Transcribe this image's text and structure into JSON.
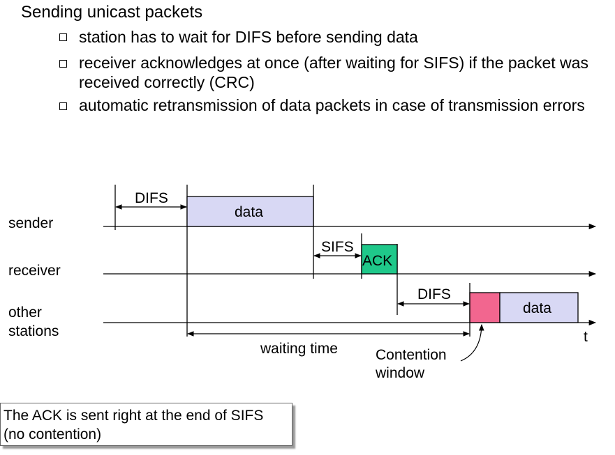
{
  "title": "Sending unicast packets",
  "bullets": [
    "station has to wait for DIFS before sending data",
    "receiver acknowledges at once (after waiting for SIFS) if the packet was received correctly (CRC)",
    "automatic retransmission of data packets in case of transmission errors"
  ],
  "rows": {
    "sender": "sender",
    "receiver": "receiver",
    "other_line1": "other",
    "other_line2": "stations"
  },
  "labels": {
    "difs_top": "DIFS",
    "data_top": "data",
    "sifs": "SIFS",
    "ack": "ACK",
    "difs_bottom": "DIFS",
    "data_bottom": "data",
    "waiting_time": "waiting time",
    "contention_line1": "Contention",
    "contention_line2": "window",
    "time_axis": "t"
  },
  "note": {
    "line1": "The ACK is sent right at the end of SIFS",
    "line2": "(no contention)"
  },
  "colors": {
    "data_fill": "#d8d8f4",
    "ack_fill": "#1fc88a",
    "contention_fill": "#f2668f"
  }
}
